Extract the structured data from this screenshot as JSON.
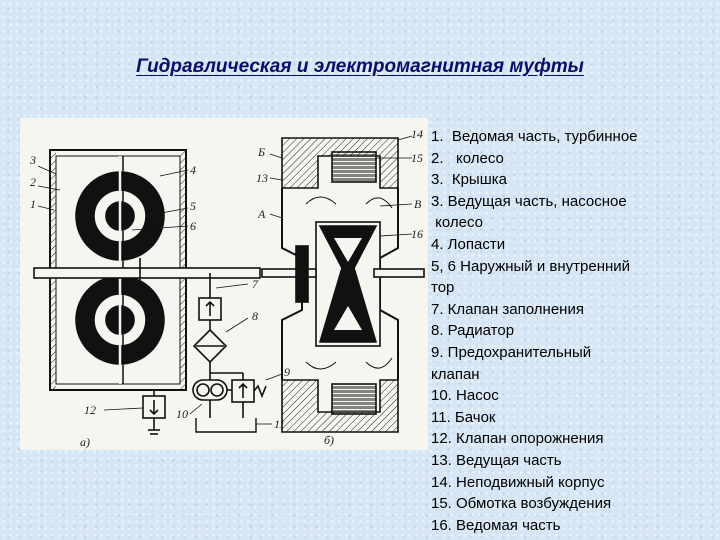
{
  "page": {
    "title": "Гидравлическая и электромагнитная муфты",
    "colors": {
      "background": "#d6e6f4",
      "title": "#0c0c6e",
      "figure_bg": "#f7f5ef"
    }
  },
  "figure": {
    "callouts_a": [
      "3",
      "2",
      "1",
      "4",
      "5",
      "6",
      "7",
      "8",
      "9",
      "10",
      "11",
      "12"
    ],
    "callouts_b": [
      "14",
      "15",
      "Б",
      "13",
      "В",
      "А",
      "16"
    ],
    "captions": {
      "a": "а)",
      "b": "б)"
    }
  },
  "legend": {
    "items": [
      "1.  Ведомая часть, турбинное",
      "2.   колесо",
      "3.  Крышка",
      "3. Ведущая часть, насосное",
      " колесо",
      "4. Лопасти",
      "5, 6 Наружный и внутренний",
      "тор",
      "7. Клапан заполнения",
      "8. Радиатор",
      "9. Предохранительный",
      "клапан",
      "10. Насос",
      "11. Бачок",
      "12. Клапан опорожнения",
      "13. Ведущая часть",
      "14. Неподвижный корпус",
      "15. Обмотка возбуждения",
      "16. Ведомая часть"
    ]
  }
}
